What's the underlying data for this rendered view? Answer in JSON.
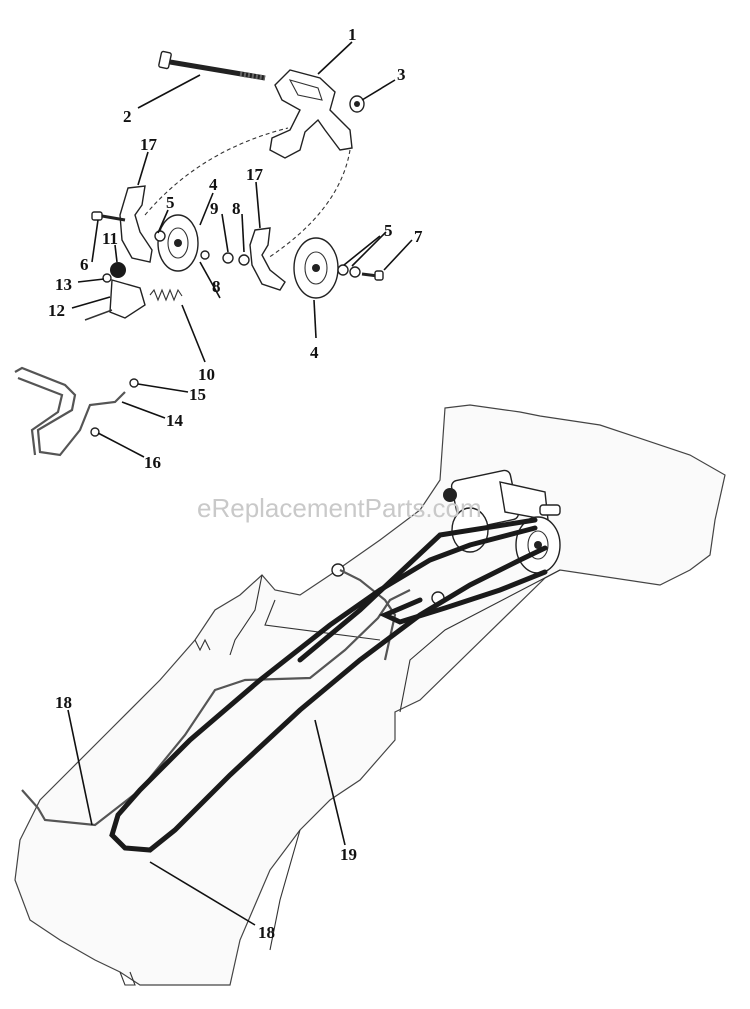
{
  "watermark": "eReplacementParts.com",
  "callouts": [
    {
      "id": "c1",
      "label": "1"
    },
    {
      "id": "c2",
      "label": "2"
    },
    {
      "id": "c3",
      "label": "3"
    },
    {
      "id": "c4a",
      "label": "4"
    },
    {
      "id": "c4b",
      "label": "4"
    },
    {
      "id": "c5a",
      "label": "5"
    },
    {
      "id": "c5b",
      "label": "5"
    },
    {
      "id": "c6",
      "label": "6"
    },
    {
      "id": "c7",
      "label": "7"
    },
    {
      "id": "c8a",
      "label": "8"
    },
    {
      "id": "c8b",
      "label": "8"
    },
    {
      "id": "c9",
      "label": "9"
    },
    {
      "id": "c10",
      "label": "10"
    },
    {
      "id": "c11",
      "label": "11"
    },
    {
      "id": "c12",
      "label": "12"
    },
    {
      "id": "c13",
      "label": "13"
    },
    {
      "id": "c14",
      "label": "14"
    },
    {
      "id": "c15",
      "label": "15"
    },
    {
      "id": "c16",
      "label": "16"
    },
    {
      "id": "c17a",
      "label": "17"
    },
    {
      "id": "c17b",
      "label": "17"
    },
    {
      "id": "c18a",
      "label": "18"
    },
    {
      "id": "c18b",
      "label": "18"
    },
    {
      "id": "c19",
      "label": "19"
    }
  ]
}
